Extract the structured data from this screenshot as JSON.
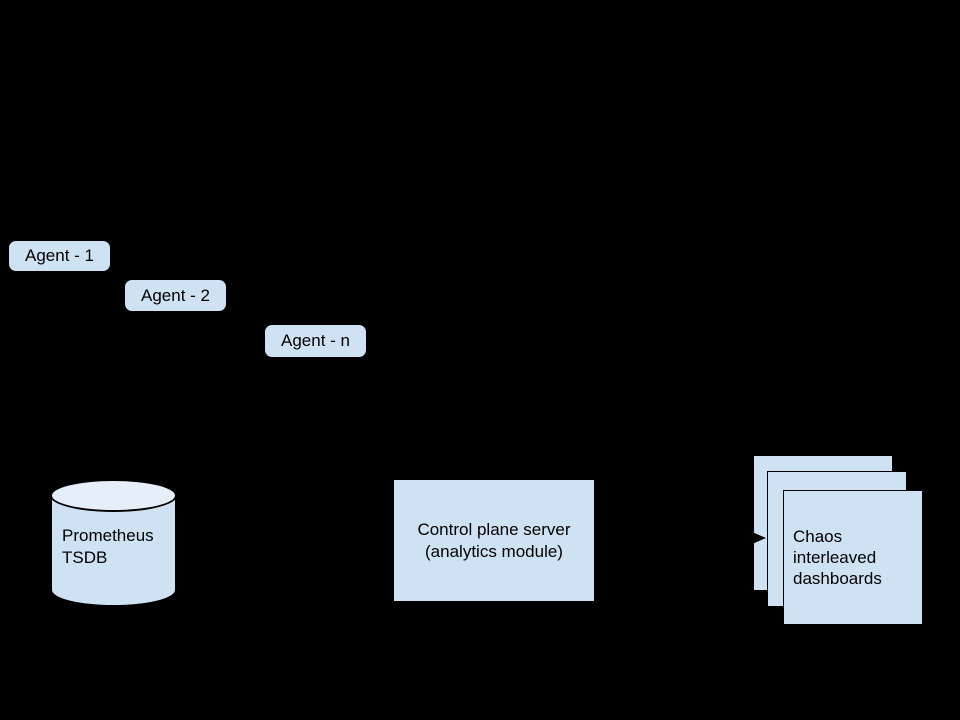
{
  "diagram": {
    "background_color": "#000000",
    "shape_fill_color": "#cfe2f3",
    "cylinder_top_fill_color": "#e6eff9",
    "outline_color": "#000000",
    "text_color": "#000000",
    "agents": [
      {
        "label": "Agent - 1"
      },
      {
        "label": "Agent - 2"
      },
      {
        "label": "Agent - n"
      }
    ],
    "database": {
      "line1": "Prometheus",
      "line2": "TSDB"
    },
    "server": {
      "line1": "Control plane server",
      "line2": "(analytics module)"
    },
    "dashboards": {
      "line1": "Chaos",
      "line2": "interleaved",
      "line3": "dashboards"
    },
    "connector": {
      "type": "arrow-right"
    }
  }
}
